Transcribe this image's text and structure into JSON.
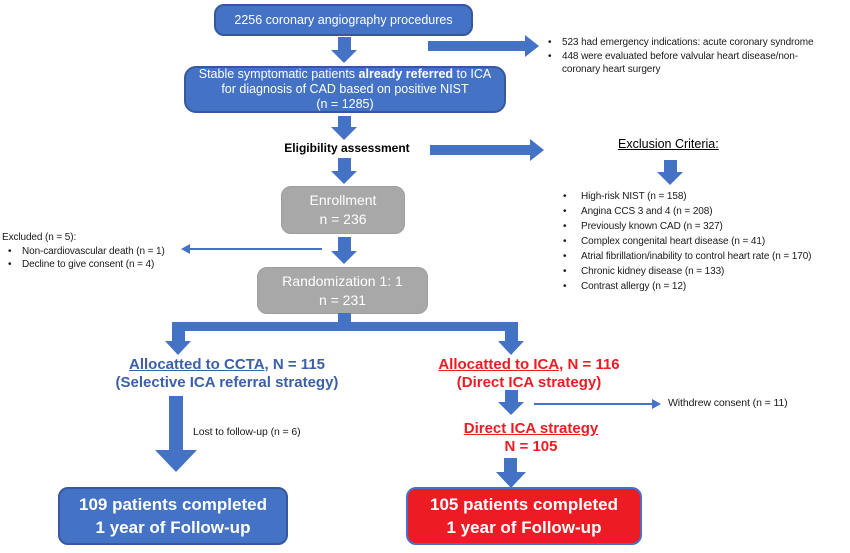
{
  "colors": {
    "accent_blue": "#4472c4",
    "dark_blue_border": "#35589e",
    "gray_box": "#a8a8a8",
    "red": "#ed1c24",
    "arm_text_blue": "#3b5fa9"
  },
  "flow": {
    "top_box": "2256 coronary angiography procedures",
    "top_notes": [
      "523 had emergency indications: acute coronary syndrome",
      "448 were evaluated before valvular heart disease/non-coronary heart surgery"
    ],
    "referral_box": {
      "pre": "Stable symptomatic patients ",
      "bold": "already referred",
      "post": " to ICA",
      "line2": "for diagnosis of CAD based on positive NIST",
      "line3": "(n = 1285)"
    },
    "eligibility_label": "Eligibility assessment",
    "exclusion": {
      "title": "Exclusion Criteria:",
      "items": [
        "High-risk NIST (n = 158)",
        "Angina CCS 3 and 4 (n = 208)",
        "Previously known CAD (n = 327)",
        "Complex congenital heart disease (n = 41)",
        "Atrial fibrillation/inability to control heart rate (n = 170)",
        "Chronic kidney disease (n = 133)",
        "Contrast allergy (n = 12)"
      ]
    },
    "enrollment": {
      "line1": "Enrollment",
      "line2": "n = 236"
    },
    "excluded_note": {
      "title": "Excluded (n = 5):",
      "items": [
        "Non-cardiovascular death (n = 1)",
        "Decline to give consent (n = 4)"
      ]
    },
    "randomization": {
      "line1": "Randomization 1: 1",
      "line2": "n = 231"
    },
    "ccta_arm": {
      "underlined": "Allocatted to CCTA,",
      "rest": " N = 115",
      "line2": "(Selective ICA referral strategy)"
    },
    "ica_arm": {
      "underlined": "Allocatted to ICA,",
      "rest": " N = 116",
      "line2": "(Direct ICA strategy)"
    },
    "lost_note": "Lost to follow-up (n = 6)",
    "withdrew_note": "Withdrew consent (n = 11)",
    "direct_ica": {
      "line1": "Direct ICA strategy",
      "line2": "N = 105"
    },
    "outcome_ccta": {
      "line1": "109 patients completed",
      "line2": "1 year of Follow-up"
    },
    "outcome_ica": {
      "line1": "105 patients completed",
      "line2": "1 year of Follow-up"
    }
  }
}
